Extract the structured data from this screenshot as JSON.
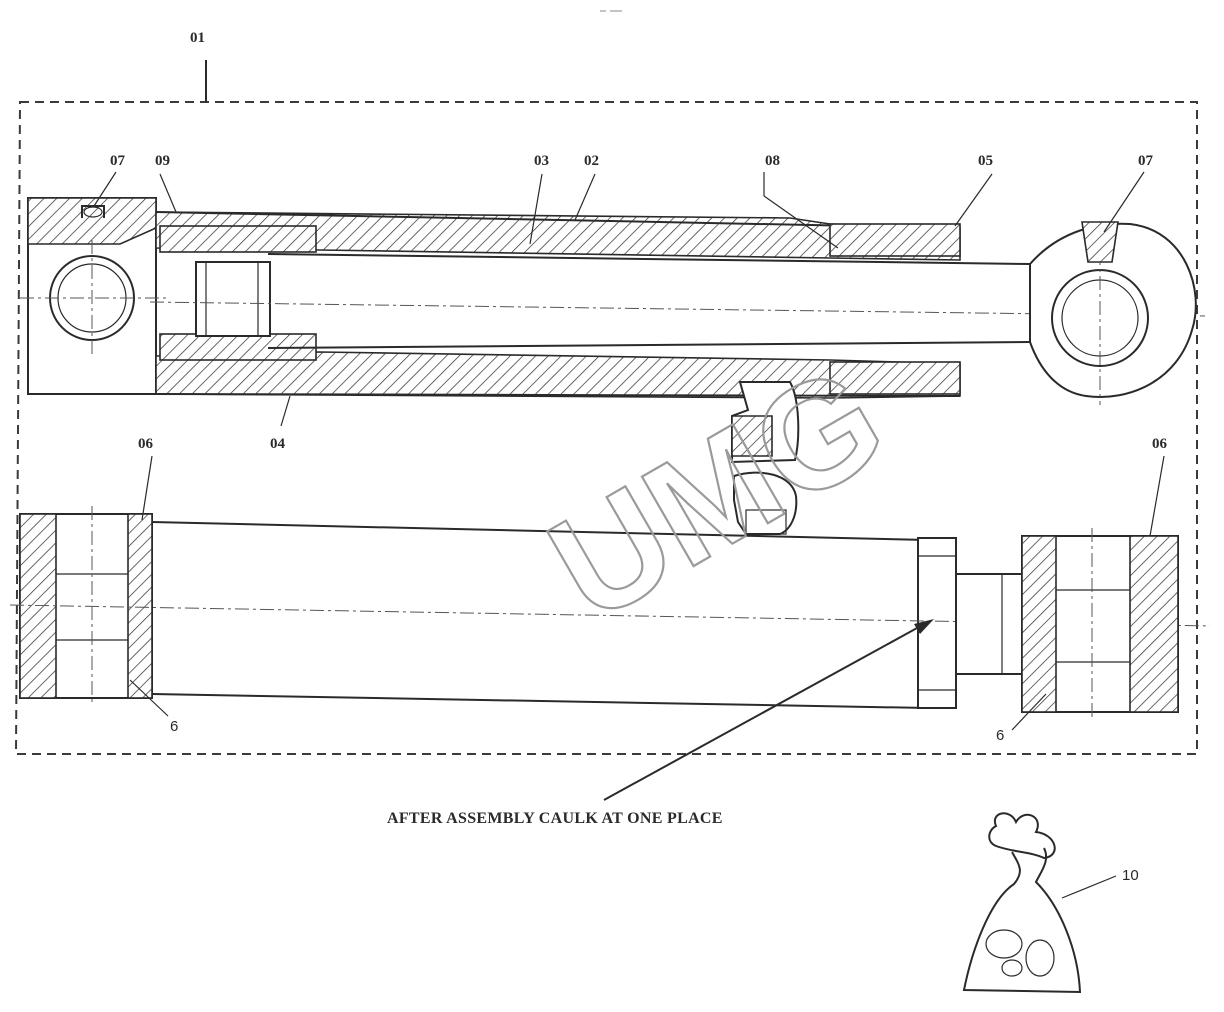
{
  "header_mark": "",
  "labels": {
    "assembly": "01",
    "tube": "02",
    "rod": "03",
    "piston": "04",
    "head": "05",
    "bushing_left": "06",
    "bushing_right": "06",
    "grease_fitting_left": "07",
    "grease_fitting_right": "07",
    "seal_kit": "08",
    "nut": "09",
    "bag": "10",
    "bushing_inner_left": "6",
    "bushing_inner_right": "6"
  },
  "note": "AFTER ASSEMBLY CAULK AT ONE PLACE",
  "watermark": "UMG"
}
